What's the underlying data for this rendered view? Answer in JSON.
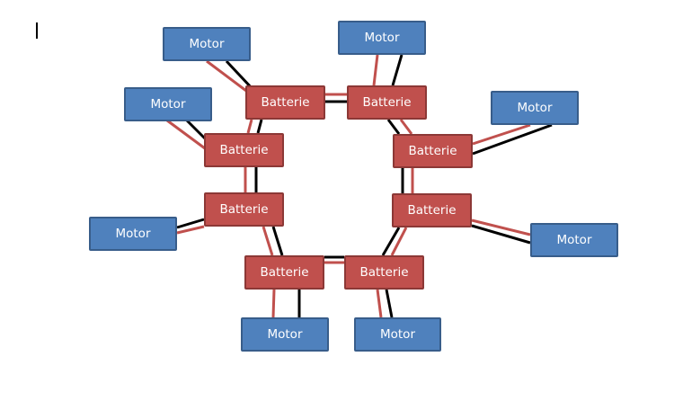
{
  "diagram": {
    "colors": {
      "motor_fill": "#4f81bd",
      "battery_fill": "#c0504d",
      "positive_wire": "#c0504d",
      "negative_wire": "#000000"
    },
    "nodes": [
      {
        "id": "m1",
        "type": "motor",
        "label": "Motor"
      },
      {
        "id": "m2",
        "type": "motor",
        "label": "Motor"
      },
      {
        "id": "m3",
        "type": "motor",
        "label": "Motor"
      },
      {
        "id": "m4",
        "type": "motor",
        "label": "Motor"
      },
      {
        "id": "m5",
        "type": "motor",
        "label": "Motor"
      },
      {
        "id": "m6",
        "type": "motor",
        "label": "Motor"
      },
      {
        "id": "m7",
        "type": "motor",
        "label": "Motor"
      },
      {
        "id": "m8",
        "type": "motor",
        "label": "Motor"
      },
      {
        "id": "b1",
        "type": "battery",
        "label": "Batterie"
      },
      {
        "id": "b2",
        "type": "battery",
        "label": "Batterie"
      },
      {
        "id": "b3",
        "type": "battery",
        "label": "Batterie"
      },
      {
        "id": "b4",
        "type": "battery",
        "label": "Batterie"
      },
      {
        "id": "b5",
        "type": "battery",
        "label": "Batterie"
      },
      {
        "id": "b6",
        "type": "battery",
        "label": "Batterie"
      },
      {
        "id": "b7",
        "type": "battery",
        "label": "Batterie"
      },
      {
        "id": "b8",
        "type": "battery",
        "label": "Batterie"
      }
    ],
    "edges": [
      {
        "from": "m1",
        "to": "b1"
      },
      {
        "from": "m2",
        "to": "b2"
      },
      {
        "from": "m3",
        "to": "b3"
      },
      {
        "from": "m4",
        "to": "b4"
      },
      {
        "from": "m5",
        "to": "b5"
      },
      {
        "from": "m6",
        "to": "b6"
      },
      {
        "from": "m7",
        "to": "b7"
      },
      {
        "from": "m8",
        "to": "b8"
      },
      {
        "from": "b1",
        "to": "b2"
      },
      {
        "from": "b1",
        "to": "b3"
      },
      {
        "from": "b3",
        "to": "b4"
      },
      {
        "from": "b4",
        "to": "b7"
      },
      {
        "from": "b7",
        "to": "b8"
      },
      {
        "from": "b8",
        "to": "b6"
      },
      {
        "from": "b6",
        "to": "b5"
      },
      {
        "from": "b5",
        "to": "b2"
      }
    ]
  }
}
